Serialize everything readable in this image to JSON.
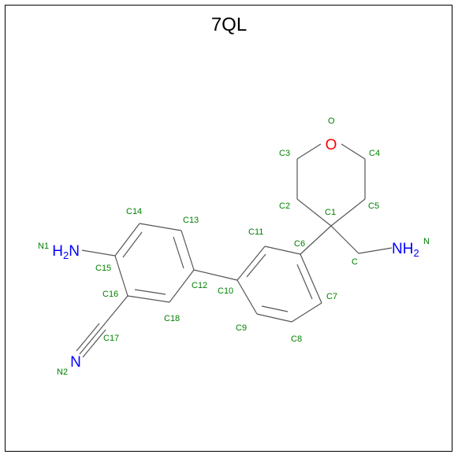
{
  "title": "7QL",
  "colors": {
    "bond": "#555555",
    "atom_index_label": "#008000",
    "nitrogen": "#0000ff",
    "oxygen": "#ff0000"
  },
  "atoms": {
    "O": "O",
    "C1": "C1",
    "C2": "C2",
    "C3": "C3",
    "C4": "C4",
    "C5": "C5",
    "C6": "C6",
    "C7": "C7",
    "C8": "C8",
    "C9": "C9",
    "C10": "C10",
    "C11": "C11",
    "C12": "C12",
    "C13": "C13",
    "C14": "C14",
    "C15": "C15",
    "C16": "C16",
    "C17": "C17",
    "C18": "C18",
    "C": "C",
    "N": "N",
    "N1": "N1",
    "N2": "N2"
  },
  "groups": {
    "amine_right": "NH2",
    "amine_left": "H2N",
    "nitrile_n": "N",
    "oxygen_symbol": "O"
  }
}
